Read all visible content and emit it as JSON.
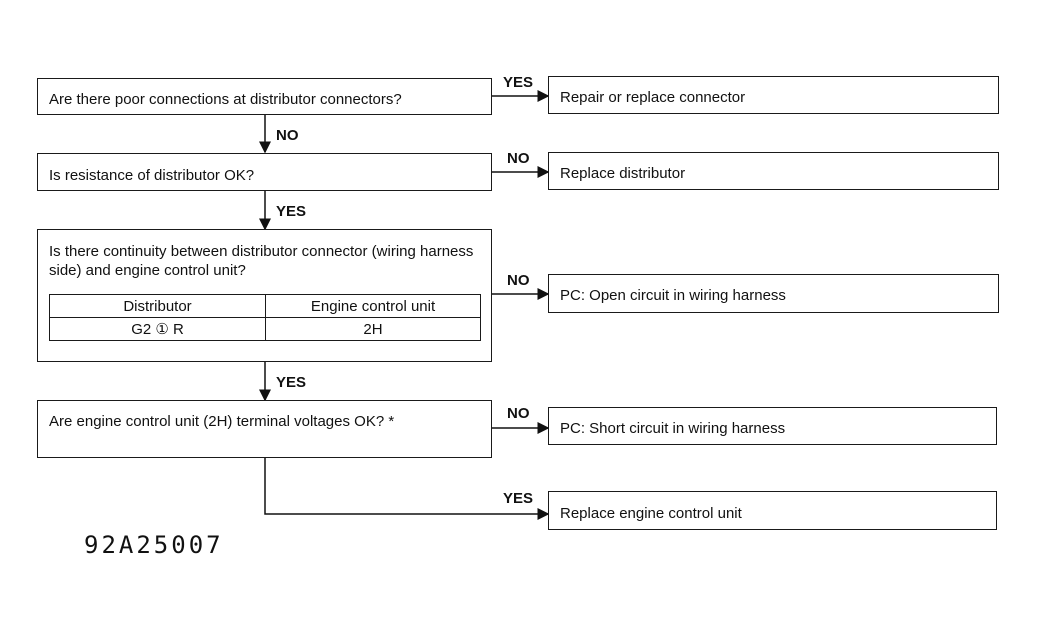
{
  "questions": {
    "q1": "Are there poor connections at distributor connectors?",
    "q2": "Is resistance of distributor OK?",
    "q3": "Is there continuity between distributor connector (wiring harness side) and engine control unit?",
    "q4": "Are engine control unit (2H) terminal voltages OK? *"
  },
  "table": {
    "headers": [
      "Distributor",
      "Engine control unit"
    ],
    "row": [
      "G2 ① R",
      "2H"
    ]
  },
  "results": {
    "r1": "Repair or replace connector",
    "r2": "Replace distributor",
    "r3": "PC: Open circuit in wiring harness",
    "r4": "PC: Short circuit in wiring harness",
    "r5": "Replace engine control unit"
  },
  "labels": {
    "q1_side": "YES",
    "q1_down": "NO",
    "q2_side": "NO",
    "q2_down": "YES",
    "q3_side": "NO",
    "q3_down": "YES",
    "q4_side": "NO",
    "q4_bottom": "YES"
  },
  "figure_code": "92A25007"
}
